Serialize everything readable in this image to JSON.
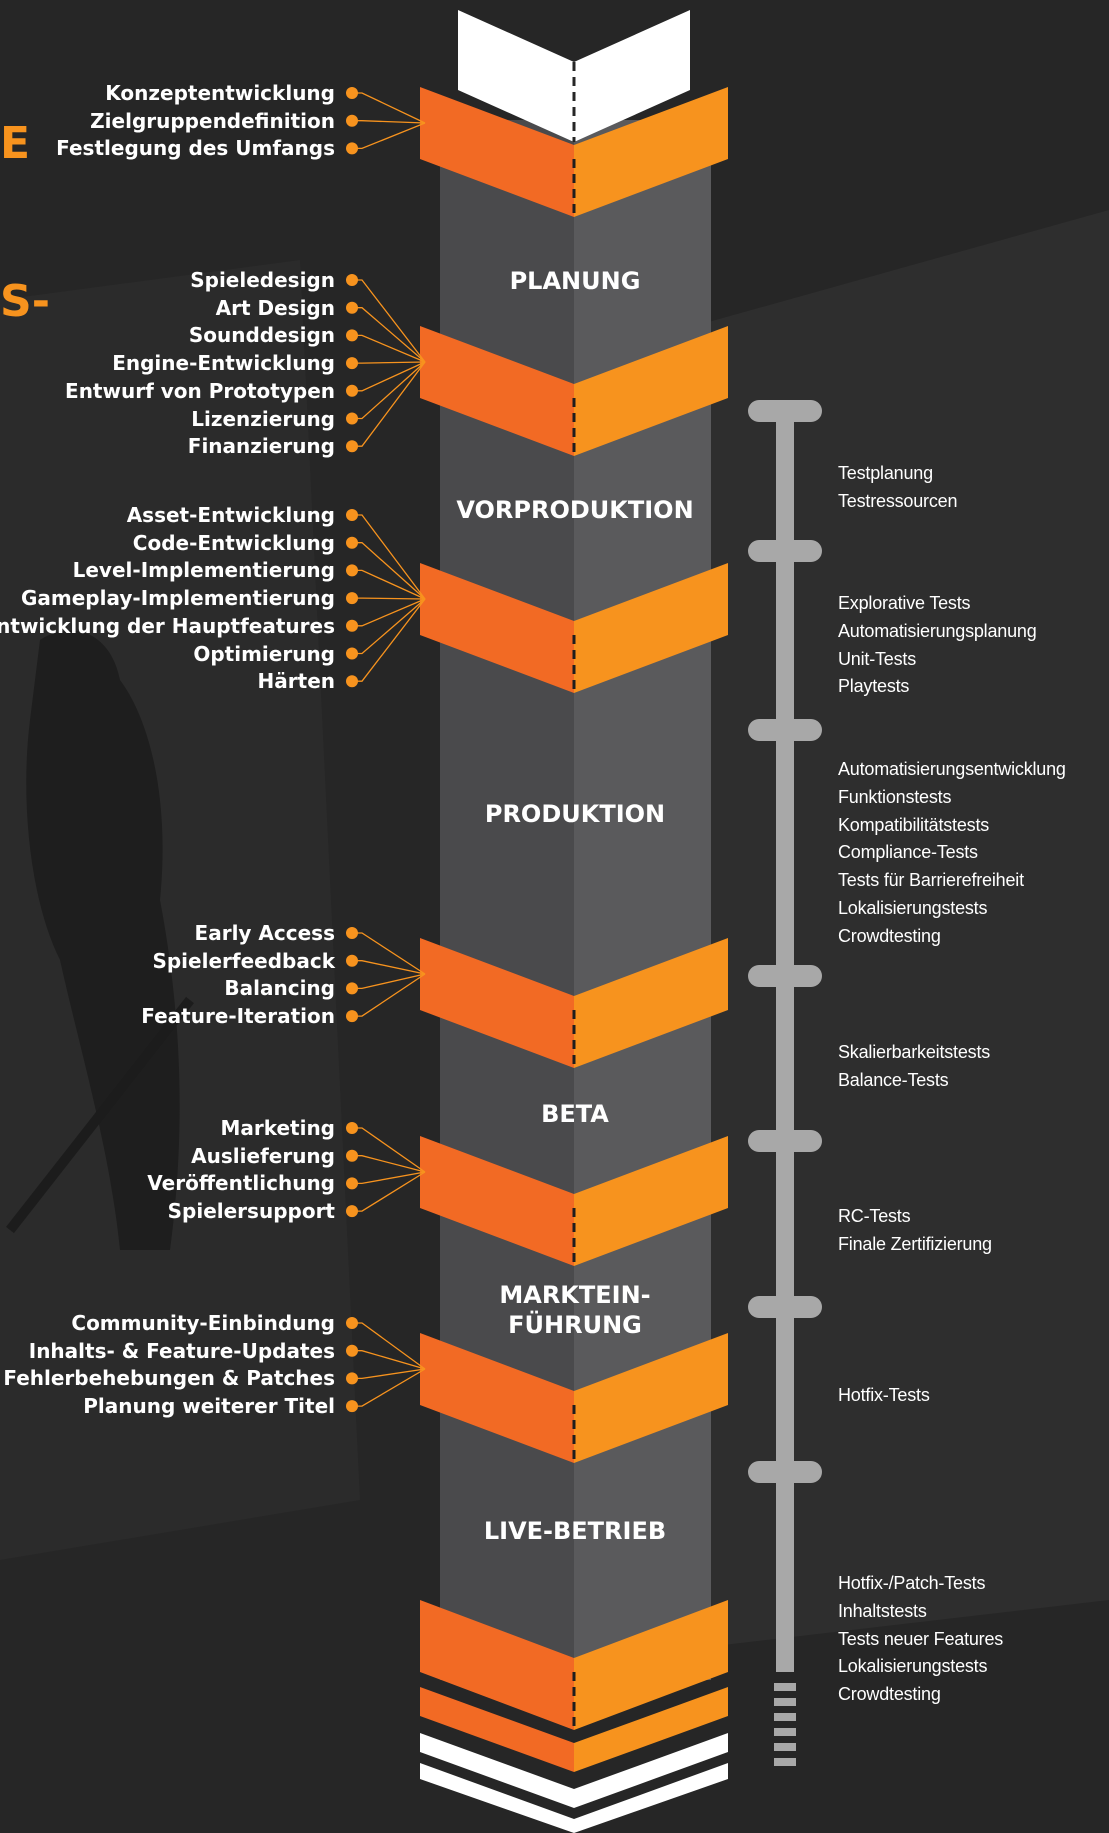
{
  "heading_fragments": [
    "E",
    "S-"
  ],
  "colors": {
    "background": "#262626",
    "orange_left": "#f26a24",
    "orange_right": "#f7931e",
    "column_left": "#4a4a4c",
    "column_right": "#5a5a5c",
    "test_line": "#a8a8a8"
  },
  "phases": [
    {
      "name": "PLANUNG",
      "tasks": [
        "Konzeptentwicklung",
        "Zielgruppendefinition",
        "Festlegung des Umfangs"
      ]
    },
    {
      "name": "VORPRODUKTION",
      "tasks": [
        "Spieledesign",
        "Art Design",
        "Sounddesign",
        "Engine-Entwicklung",
        "Entwurf von Prototypen",
        "Lizenzierung",
        "Finanzierung"
      ]
    },
    {
      "name": "PRODUKTION",
      "tasks": [
        "Asset-Entwicklung",
        "Code-Entwicklung",
        "Level-Implementierung",
        "Gameplay-Implementierung",
        "Entwicklung der Hauptfeatures",
        "Optimierung",
        "Härten"
      ]
    },
    {
      "name": "BETA",
      "tasks": [
        "Early Access",
        "Spielerfeedback",
        "Balancing",
        "Feature-Iteration"
      ]
    },
    {
      "name": "MARKTEIN-\nFÜHRUNG",
      "tasks": [
        "Marketing",
        "Auslieferung",
        "Veröffentlichung",
        "Spielersupport"
      ]
    },
    {
      "name": "LIVE-BETRIEB",
      "tasks": [
        "Community-Einbindung",
        "Inhalts- & Feature-Updates",
        "Fehlerbehebungen & Patches",
        "Planung weiterer Titel"
      ]
    }
  ],
  "test_groups": [
    [
      "Testplanung",
      "Testressourcen"
    ],
    [
      "Explorative Tests",
      "Automatisierungsplanung",
      "Unit-Tests",
      "Playtests"
    ],
    [
      "Automatisierungsentwicklung",
      "Funktionstests",
      "Kompatibilitätstests",
      "Compliance-Tests",
      "Tests für Barrierefreiheit",
      "Lokalisierungstests",
      "Crowdtesting"
    ],
    [
      "Skalierbarkeitstests",
      "Balance-Tests"
    ],
    [
      "RC-Tests",
      "Finale Zertifizierung"
    ],
    [
      "Hotfix-Tests"
    ],
    [
      "Hotfix-/Patch-Tests",
      "Inhaltstests",
      "Tests neuer Features",
      "Lokalisierungstests",
      "Crowdtesting"
    ]
  ]
}
